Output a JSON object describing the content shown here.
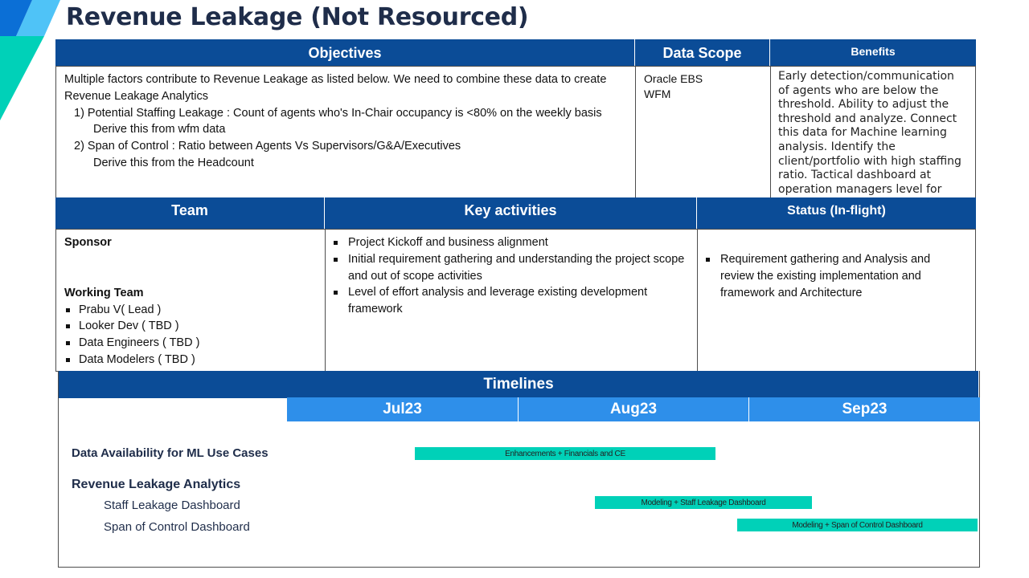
{
  "title": "Revenue Leakage (Not Resourced)",
  "colors": {
    "header_blue": "#0b4c97",
    "month_blue": "#2e8fea",
    "bar_teal": "#00d1b8",
    "accent": "#00d1b8"
  },
  "objectives": {
    "header": "Objectives",
    "lines": [
      "Multiple factors contribute to Revenue Leakage as listed below. We need to combine these data to create Revenue Leakage Analytics",
      "1) Potential Staffing Leakage : Count of agents who's In-Chair occupancy is <80% on the weekly basis",
      "Derive this from wfm data",
      "2) Span of Control : Ratio between Agents Vs Supervisors/G&A/Executives",
      "Derive this from the Headcount"
    ]
  },
  "data_scope": {
    "header": "Data Scope",
    "items": [
      "Oracle EBS",
      "WFM"
    ]
  },
  "benefits": {
    "header": "Benefits",
    "text": "Early detection/communication of agents who are below the threshold. Ability to adjust the threshold and analyze. Connect this data for Machine learning analysis. Identify the client/portfolio with high staffing ratio. Tactical dashboard at operation managers level for"
  },
  "team": {
    "header": "Team",
    "sponsor_label": "Sponsor",
    "working_team_label": "Working Team",
    "members": [
      "Prabu V( Lead )",
      "Looker Dev ( TBD )",
      "Data Engineers ( TBD )",
      "Data Modelers ( TBD )"
    ]
  },
  "key_activities": {
    "header": "Key activities",
    "items": [
      "Project Kickoff and business alignment",
      "Initial requirement gathering and understanding the project scope and out of scope activities",
      "Level of effort analysis and leverage existing development framework"
    ]
  },
  "status": {
    "header": "Status (In-flight)",
    "items": [
      "Requirement gathering and Analysis and review the existing implementation and framework and Architecture"
    ]
  },
  "timelines": {
    "header": "Timelines",
    "months": [
      "Jul23",
      "Aug23",
      "Sep23"
    ],
    "rows": {
      "data_availability": "Data Availability for ML Use Cases",
      "revenue_leakage": "Revenue Leakage Analytics",
      "staff_leakage": "Staff Leakage Dashboard",
      "span_of_control": "Span of Control Dashboard"
    },
    "bars": {
      "enhancements": "Enhancements + Financials and CE",
      "staff_leakage": "Modeling + Staff Leakage Dashboard",
      "span_of_control": "Modeling + Span of Control Dashboard"
    }
  }
}
